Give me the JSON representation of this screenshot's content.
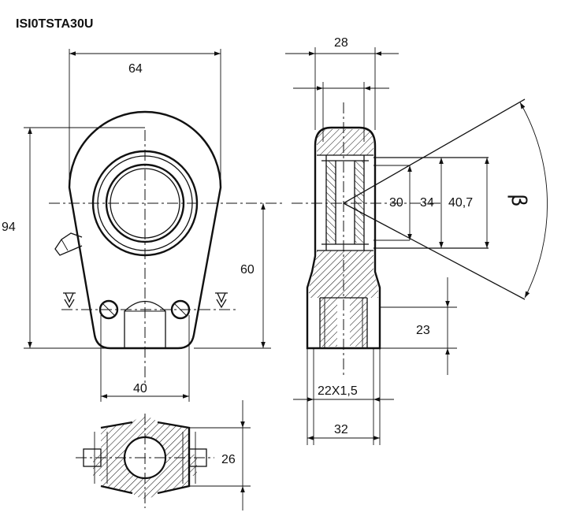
{
  "title": "ISI0TSTA30U",
  "dimensions": {
    "d64": "64",
    "d94": "94",
    "d60": "60",
    "d40": "40",
    "d28": "28",
    "d30": "30",
    "d34": "34",
    "d40_7": "40,7",
    "d23": "23",
    "thread": "22X1,5",
    "d32": "32",
    "d26": "26"
  },
  "symbols": {
    "angle": "β"
  },
  "colors": {
    "line": "#111111",
    "background": "#ffffff"
  }
}
